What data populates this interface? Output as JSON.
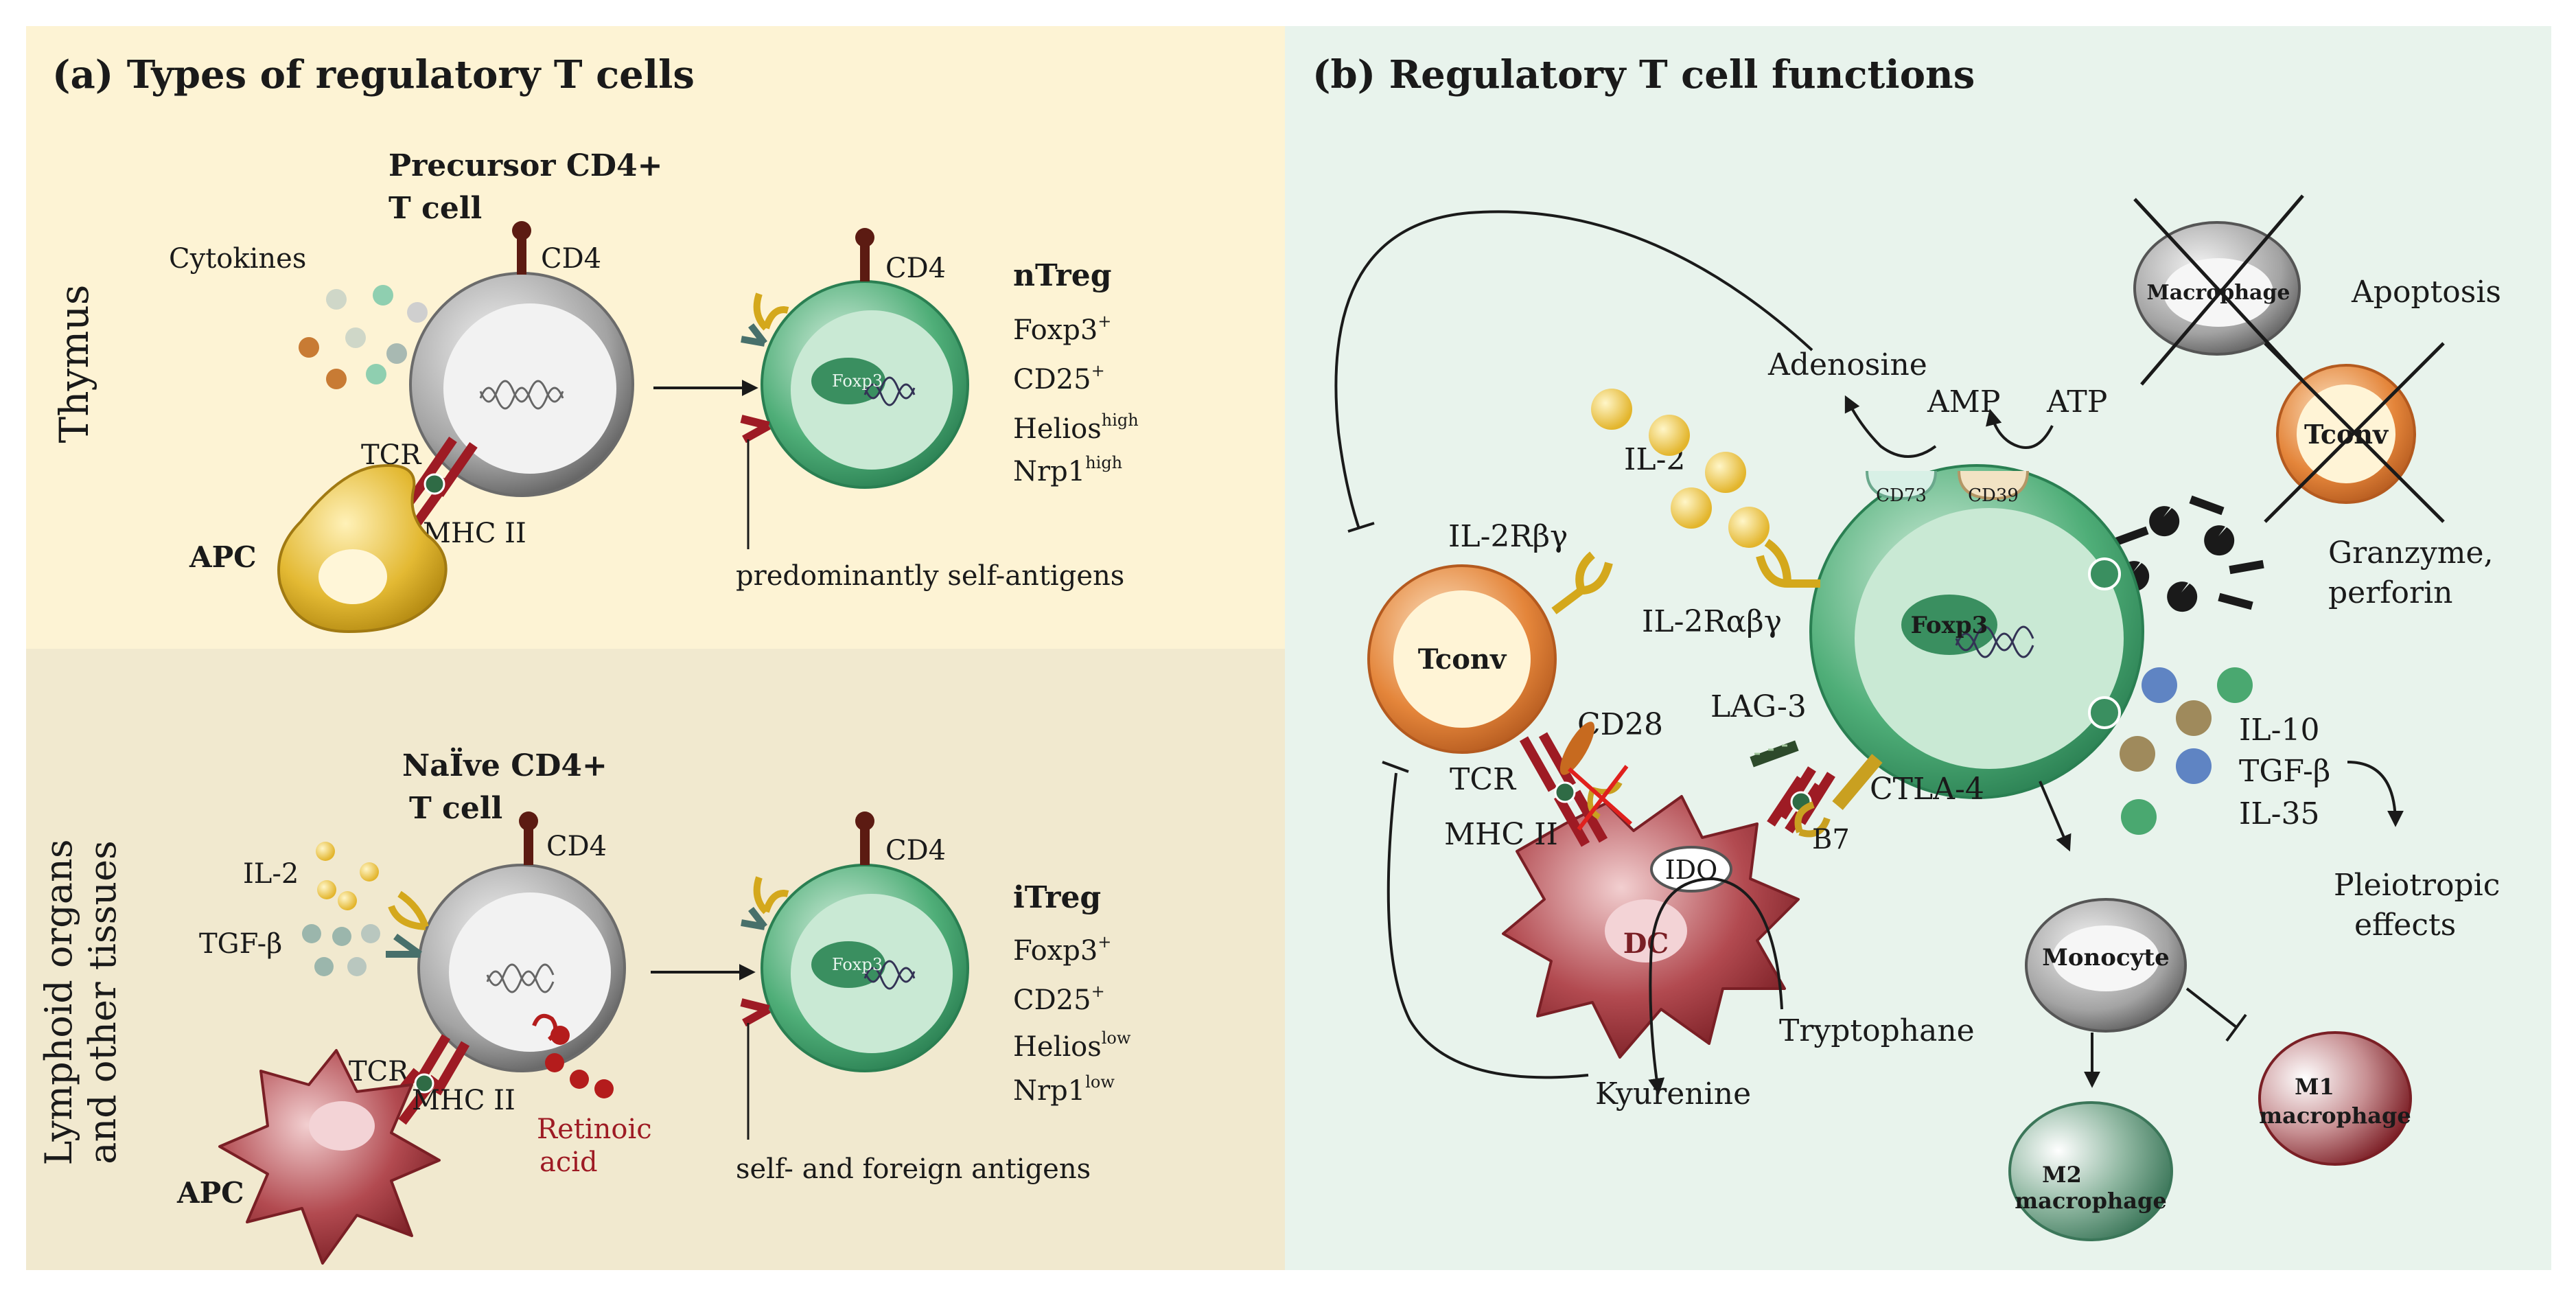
{
  "panel_a": {
    "title": "(a) Types of regulatory T cells",
    "row_thymus": {
      "side_label": "Thymus",
      "precursor_title_1": "Precursor CD4+",
      "precursor_title_2": "T cell",
      "cytokines": "Cytokines",
      "cd4_left": "CD4",
      "tcr": "TCR",
      "mhc": "MHC II",
      "apc": "APC",
      "foxp3": "Foxp3",
      "cd4_right": "CD4",
      "treg_name": "nTreg",
      "marker_1": "Foxp3",
      "marker_1_sup": "+",
      "marker_2": "CD25",
      "marker_2_sup": "+",
      "marker_3": "Helios",
      "marker_3_sup": "high",
      "marker_4": "Nrp1",
      "marker_4_sup": "high",
      "antigens": "predominantly self-antigens"
    },
    "row_periphery": {
      "side_label_1": "Lymphoid organs",
      "side_label_2": "and other tissues",
      "naive_title_1": "NaÏve CD4+",
      "naive_title_2": "T cell",
      "il2": "IL-2",
      "tgfb": "TGF-β",
      "cd4_left": "CD4",
      "tcr": "TCR",
      "mhc": "MHC II",
      "apc": "APC",
      "retinoic_1": "Retinoic",
      "retinoic_2": "acid",
      "foxp3": "Foxp3",
      "cd4_right": "CD4",
      "treg_name": "iTreg",
      "marker_1": "Foxp3",
      "marker_1_sup": "+",
      "marker_2": "CD25",
      "marker_2_sup": "+",
      "marker_3": "Helios",
      "marker_3_sup": "low",
      "marker_4": "Nrp1",
      "marker_4_sup": "low",
      "antigens": "self- and foreign antigens"
    }
  },
  "panel_b": {
    "title": "(b) Regulatory T cell functions",
    "macrophage_dead": "Macrophage",
    "apoptosis": "Apoptosis",
    "adenosine": "Adenosine",
    "amp": "AMP",
    "atp": "ATP",
    "cd73": "CD73",
    "cd39": "CD39",
    "tconv_dead": "Tconv",
    "il2": "IL-2",
    "il2rbg": "IL-2Rβγ",
    "il2rabg": "IL-2Rαβγ",
    "granzyme_1": "Granzyme,",
    "granzyme_2": "perforin",
    "tconv": "Tconv",
    "foxp3": "Foxp3",
    "lag3": "LAG-3",
    "cd28": "CD28",
    "tcr": "TCR",
    "mhc": "MHC II",
    "ctla4": "CTLA-4",
    "b7": "B7",
    "ido": "IDO",
    "dc": "DC",
    "tryptophane": "Tryptophane",
    "kyurenine": "Kyurenine",
    "il10": "IL-10",
    "tgfb": "TGF-β",
    "il35": "IL-35",
    "pleiotropic_1": "Pleiotropic",
    "pleiotropic_2": "effects",
    "monocyte": "Monocyte",
    "m1_1": "M1",
    "m1_2": "macrophage",
    "m2_1": "M2",
    "m2_2": "macrophage"
  },
  "colors": {
    "thymus_bg": "#fdf3d4",
    "periphery_bg": "#f1e9cf",
    "panel_b_bg": "#e8f3ec",
    "treg_green": "#3f9e6a",
    "tconv_orange": "#e07a30",
    "apc_red": "#a93a40",
    "apc_yellow": "#e1b62c",
    "mhc_red": "#9e1b24"
  }
}
